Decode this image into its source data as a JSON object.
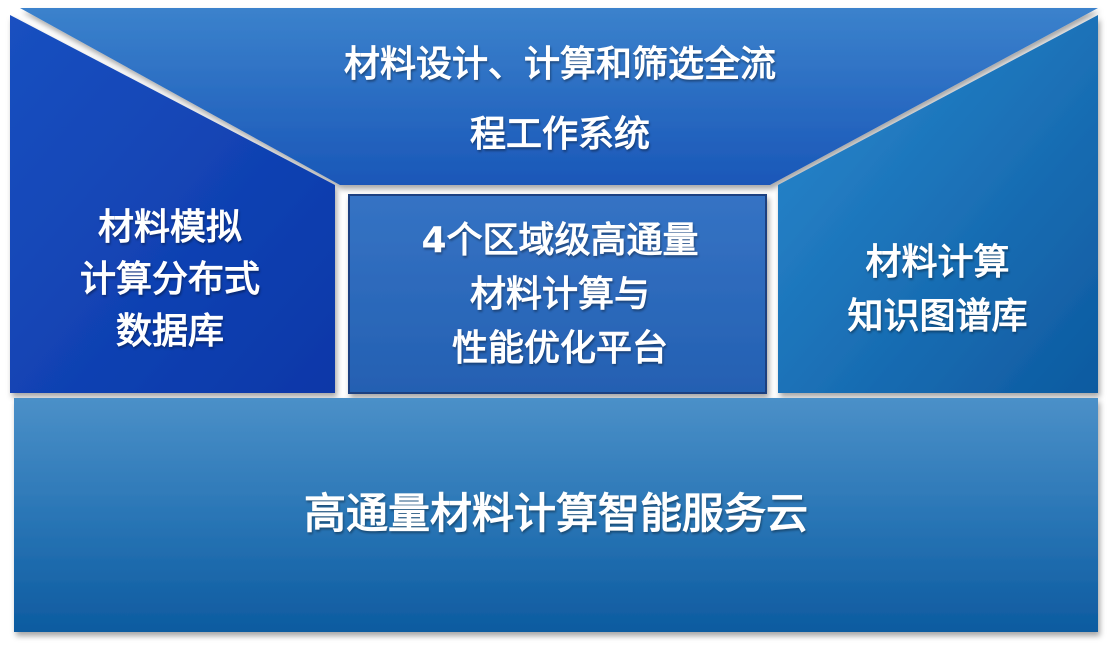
{
  "diagram": {
    "top_block": {
      "lines": [
        "材料设计、计算和筛选全流",
        "程工作系统"
      ]
    },
    "left_block": {
      "lines": [
        "材料模拟",
        "计算分布式",
        "数据库"
      ]
    },
    "center_block": {
      "lines": [
        "4个区域级高通量",
        "材料计算与",
        "性能优化平台"
      ]
    },
    "right_block": {
      "lines": [
        "材料计算",
        "知识图谱库"
      ]
    },
    "bottom_block": {
      "label": "高通量材料计算智能服务云"
    },
    "colors": {
      "top_dark": "#1a57b8",
      "top_light": "#3b82cc",
      "left_dark": "#0a37a8",
      "center": "#2d6dbf",
      "right_dark": "#0d4e96",
      "right_light": "#1a7cc4",
      "bottom_dark": "#0e5aa0",
      "bottom_light": "#3a86c4",
      "text": "#ffffff"
    }
  }
}
